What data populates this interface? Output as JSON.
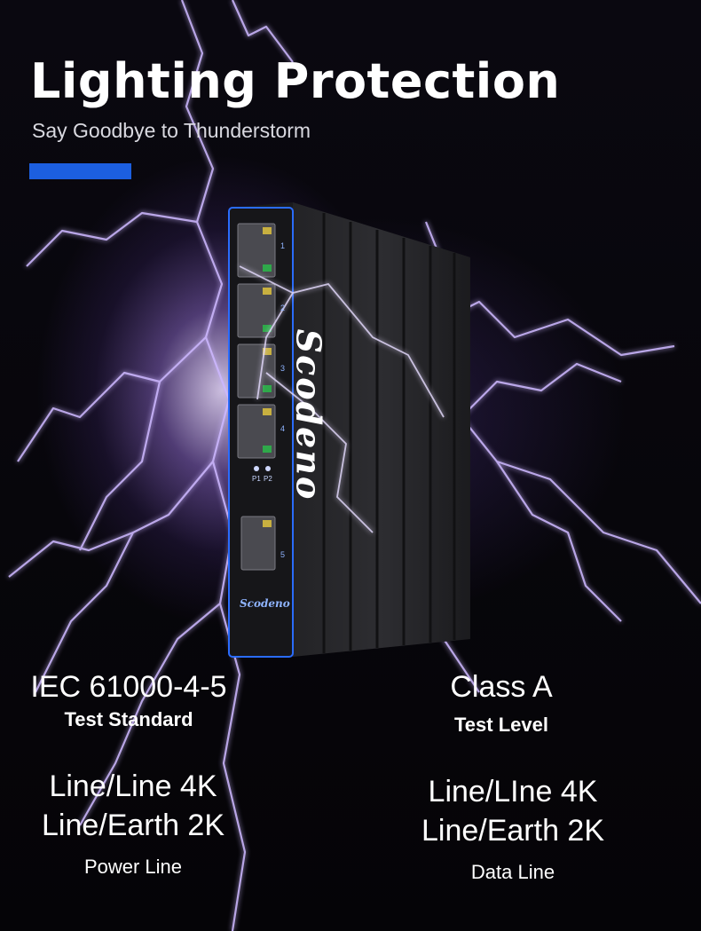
{
  "header": {
    "title": "Lighting Protection",
    "subtitle": "Say Goodbye to Thunderstorm"
  },
  "product": {
    "brand_side": "Scodeno",
    "brand_front": "Scodeno",
    "ports": [
      "1",
      "2",
      "3",
      "4",
      "5"
    ],
    "led_labels": [
      "P1",
      "P2"
    ]
  },
  "specs": {
    "standard": {
      "value": "IEC  61000-4-5",
      "label": "Test Standard"
    },
    "level": {
      "value": "Class A",
      "label": "Test Level"
    },
    "power_line": {
      "line1": "Line/Line 4K",
      "line2": "Line/Earth 2K",
      "label": "Power Line"
    },
    "data_line": {
      "line1": "Line/LIne 4K",
      "line2": "Line/Earth 2K",
      "label": "Data Line"
    }
  },
  "colors": {
    "accent": "#1c5fe0",
    "glow": "#b99cff",
    "text": "#ffffff"
  }
}
